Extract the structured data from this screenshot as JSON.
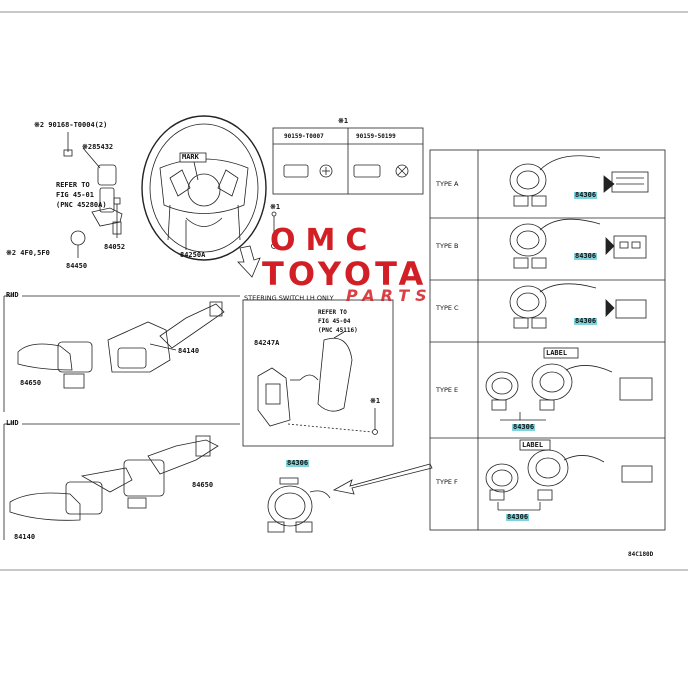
{
  "labels": {
    "note_2_bolt": "※2 90168-T0004(2)",
    "part_285432": "※285432",
    "refer_45_01_a": "REFER TO",
    "refer_45_01_b": "FIG 45-01",
    "refer_45_01_c": "(PNC 45280A)",
    "note_2_4f0": "※2 4F0,5F0",
    "part_84450": "84450",
    "part_84052": "84052",
    "mark_label": "MARK",
    "part_84250a": "84250A",
    "note_1_top": "※1",
    "note_1_mid": "※1",
    "bolt_a": "90159-T0007",
    "bolt_b": "90159-50199",
    "rhd": "RHD",
    "lhd": "LHD",
    "part_84650_rhd": "84650",
    "part_84140_rhd": "84140",
    "part_84140_lhd": "84140",
    "part_84650_lhd": "84650",
    "steering_switch_title": "STEERING SWITCH  LH ONLY",
    "part_84247a": "84247A",
    "refer_45_04_a": "REFER TO",
    "refer_45_04_b": "FIG 45-04",
    "refer_45_04_c": "(PNC 45116)",
    "note_1_inset": "※1",
    "part_84306_main": "84306",
    "diagram_code": "84C180D"
  },
  "types": [
    {
      "name": "TYPE A",
      "part": "84306"
    },
    {
      "name": "TYPE B",
      "part": "84306"
    },
    {
      "name": "TYPE C",
      "part": "84306"
    },
    {
      "name": "TYPE E",
      "part": "84306",
      "tag": "LABEL"
    },
    {
      "name": "TYPE F",
      "part": "84306",
      "tag": "LABEL"
    }
  ],
  "watermark": {
    "line1": "OMC",
    "line2": "TOYOTA",
    "line3": "PARTS"
  },
  "colors": {
    "highlight": "#7fd3dd",
    "watermark": "#d21f25",
    "line": "#222222"
  }
}
